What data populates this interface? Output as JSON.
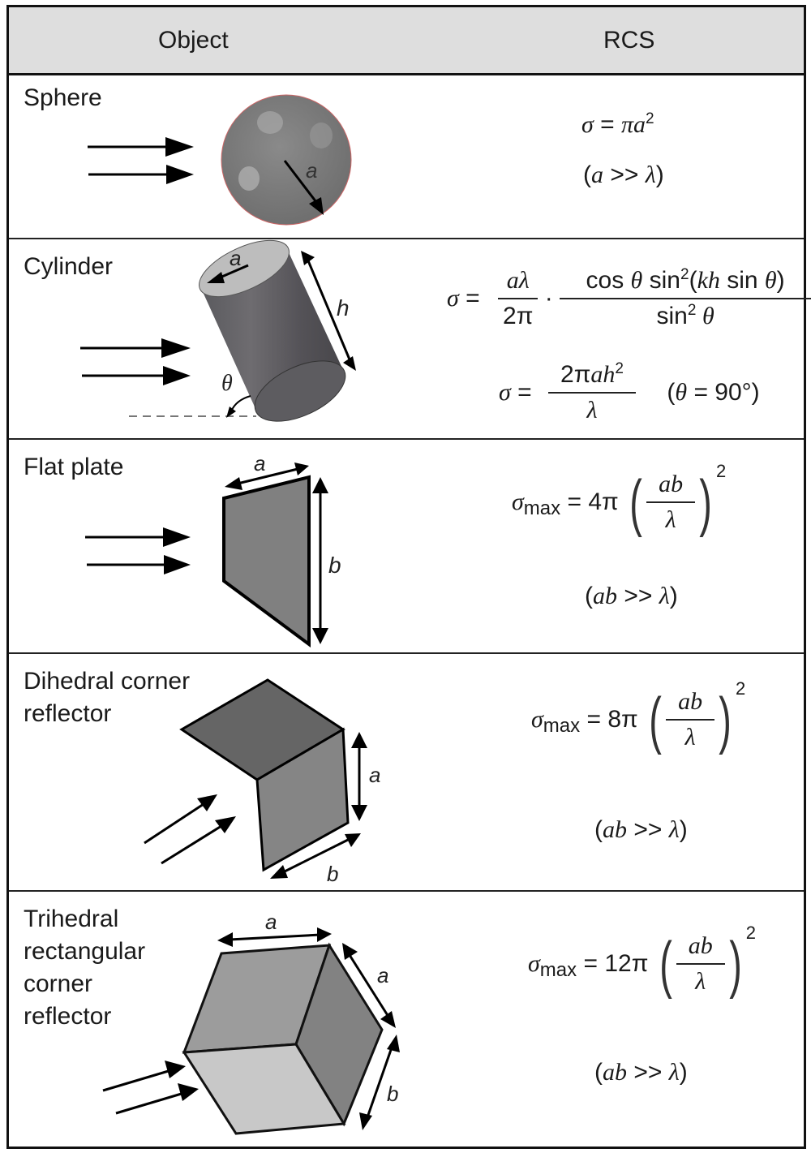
{
  "header": {
    "col_object": "Object",
    "col_rcs": "RCS"
  },
  "rows": [
    {
      "name": "Sphere",
      "fig_labels": [
        "a"
      ],
      "formula": {
        "lhs": "σ",
        "eq": "=",
        "rhs_pre": "π",
        "var": "a",
        "exp": "2"
      },
      "condition": {
        "open": "(",
        "var": "a",
        "op": " >> ",
        "lam": "λ",
        "close": ")"
      }
    },
    {
      "name": "Cylinder",
      "fig_labels": [
        "a",
        "h",
        "θ"
      ],
      "formula1": {
        "lhs": "σ",
        "eq": "=",
        "f1_num": "aλ",
        "f1_den": "2π",
        "dot": "·",
        "f2_num_a": "cos ",
        "f2_num_theta": "θ",
        "f2_num_b": " sin",
        "f2_num_exp": "2",
        "f2_num_c": "(",
        "f2_num_kh": "kh",
        "f2_num_d": " sin ",
        "f2_num_theta2": "θ",
        "f2_num_e": ")",
        "f2_den_a": "sin",
        "f2_den_exp": "2",
        "f2_den_theta": " θ"
      },
      "formula2": {
        "lhs": "σ",
        "eq": "=",
        "num_a": "2π",
        "num_var": "ah",
        "num_exp": "2",
        "den": "λ",
        "cond_open": "(",
        "cond_theta": "θ",
        "cond_rest": " = 90°)"
      }
    },
    {
      "name": "Flat plate",
      "fig_labels": [
        "a",
        "b"
      ],
      "formula": {
        "lhs": "σ",
        "sub": "max",
        "eq": " = ",
        "coef": "4π",
        "num": "ab",
        "den": "λ",
        "exp": "2"
      },
      "condition": {
        "open": "(",
        "var": "ab",
        "op": " >> ",
        "lam": "λ",
        "close": ")"
      }
    },
    {
      "name_line1": "Dihedral corner",
      "name_line2": "reflector",
      "fig_labels": [
        "a",
        "b"
      ],
      "formula": {
        "lhs": "σ",
        "sub": "max",
        "eq": " = ",
        "coef": "8π",
        "num": "ab",
        "den": "λ",
        "exp": "2"
      },
      "condition": {
        "open": "(",
        "var": "ab",
        "op": " >> ",
        "lam": "λ",
        "close": ")"
      }
    },
    {
      "name_line1": "Trihedral",
      "name_line2": "rectangular",
      "name_line3": "corner",
      "name_line4": "reflector",
      "fig_labels": [
        "a",
        "a",
        "b"
      ],
      "formula": {
        "lhs": "σ",
        "sub": "max",
        "eq": " = ",
        "coef": "12π",
        "num": "ab",
        "den": "λ",
        "exp": "2"
      },
      "condition": {
        "open": "(",
        "var": "ab",
        "op": " >> ",
        "lam": "λ",
        "close": ")"
      }
    }
  ]
}
